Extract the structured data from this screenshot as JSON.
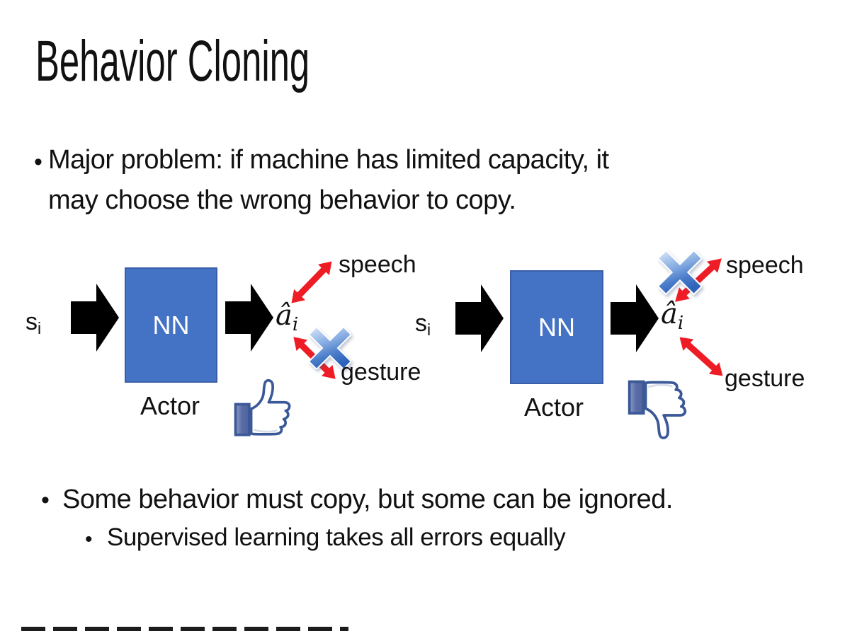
{
  "slide": {
    "title": "Behavior Cloning",
    "bullets": {
      "marker": "•",
      "main1_line1": "Major problem: if machine has limited capacity, it",
      "main1_line2": "may choose the wrong behavior to copy.",
      "main2": "Some behavior must copy, but some can be ignored.",
      "sub2": "Supervised learning takes all errors equally"
    }
  },
  "diagram": {
    "left": {
      "input": "s",
      "input_sub": "i",
      "network": "NN",
      "caption": "Actor",
      "output": "â",
      "output_sub": "i",
      "branch_top": "speech",
      "branch_bottom": "gesture",
      "rejected_branch": "gesture",
      "feedback_icon": "thumbs-up"
    },
    "right": {
      "input": "s",
      "input_sub": "i",
      "network": "NN",
      "caption": "Actor",
      "output": "â",
      "output_sub": "i",
      "branch_top": "speech",
      "branch_bottom": "gesture",
      "rejected_branch": "speech",
      "feedback_icon": "thumbs-down"
    }
  },
  "icons": {
    "flow_arrow": "black-block-arrow",
    "branch_arrow": "red-double-arrow",
    "reject_cross": "blue-x-cross"
  },
  "colors": {
    "background": "#FFFFFF",
    "text": "#111111",
    "nn_box_fill": "#4472C4",
    "nn_box_border": "#3A5FA8",
    "nn_text": "#FFFFFF",
    "flow_arrow_black": "#000000",
    "branch_arrow_red": "#EE1C25",
    "cross_blue": "#4A7CC9",
    "thumb_outline": "#3B5998",
    "thumb_cuff": "#5C6EA8"
  }
}
